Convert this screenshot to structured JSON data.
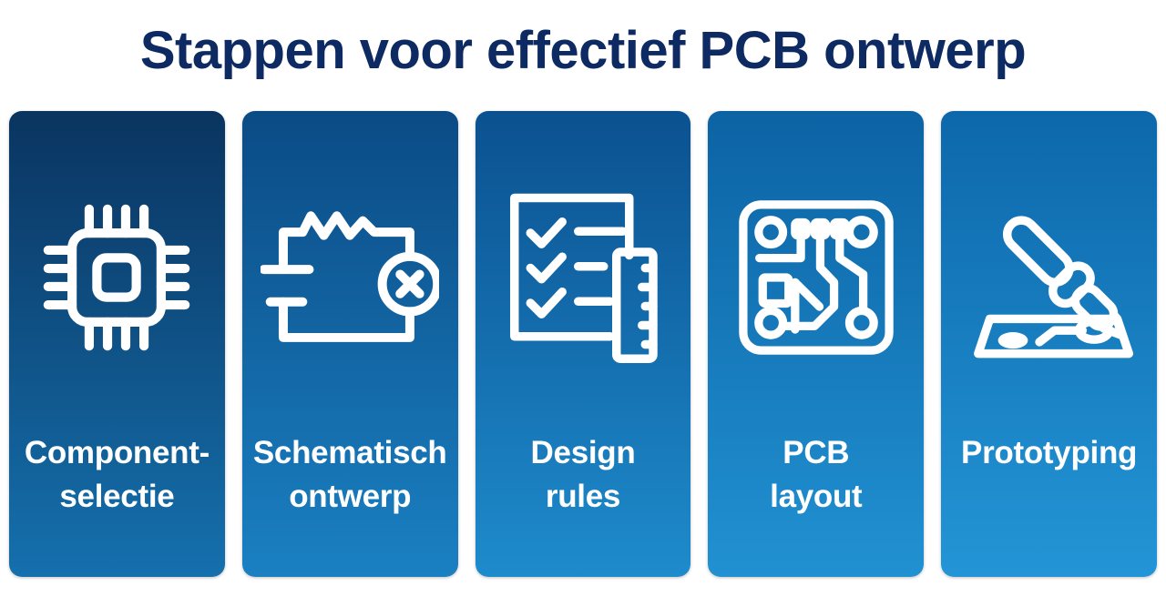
{
  "header": {
    "title": "Stappen voor effectief PCB ontwerp",
    "title_color": "#0d2a63"
  },
  "cards": [
    {
      "id": "component-selectie",
      "label": "Component-\nselectie",
      "label_line1": "Component-",
      "label_line2": "selectie",
      "icon": "microchip-icon",
      "gradient_top": "#0a3460",
      "gradient_bottom": "#1570ad"
    },
    {
      "id": "schematisch-ontwerp",
      "label": "Schematisch\nontwerp",
      "label_line1": "Schematisch",
      "label_line2": "ontwerp",
      "icon": "circuit-schematic-icon",
      "gradient_top": "#0b4b85",
      "gradient_bottom": "#1a80c2"
    },
    {
      "id": "design-rules",
      "label": "Design\nrules",
      "label_line1": "Design",
      "label_line2": "rules",
      "icon": "checklist-ruler-icon",
      "gradient_top": "#0b5190",
      "gradient_bottom": "#1e8bcc"
    },
    {
      "id": "pcb-layout",
      "label": "PCB\nlayout",
      "label_line1": "PCB",
      "label_line2": "layout",
      "icon": "pcb-board-icon",
      "gradient_top": "#0c63a4",
      "gradient_bottom": "#2191d2"
    },
    {
      "id": "prototyping",
      "label": "Prototyping",
      "label_line1": "Prototyping",
      "label_line2": "",
      "icon": "soldering-iron-icon",
      "gradient_top": "#0d68ab",
      "gradient_bottom": "#2395d6"
    }
  ],
  "palette": {
    "background": "#ffffff",
    "icon_stroke": "#ffffff",
    "title_navy": "#0d2a63"
  }
}
